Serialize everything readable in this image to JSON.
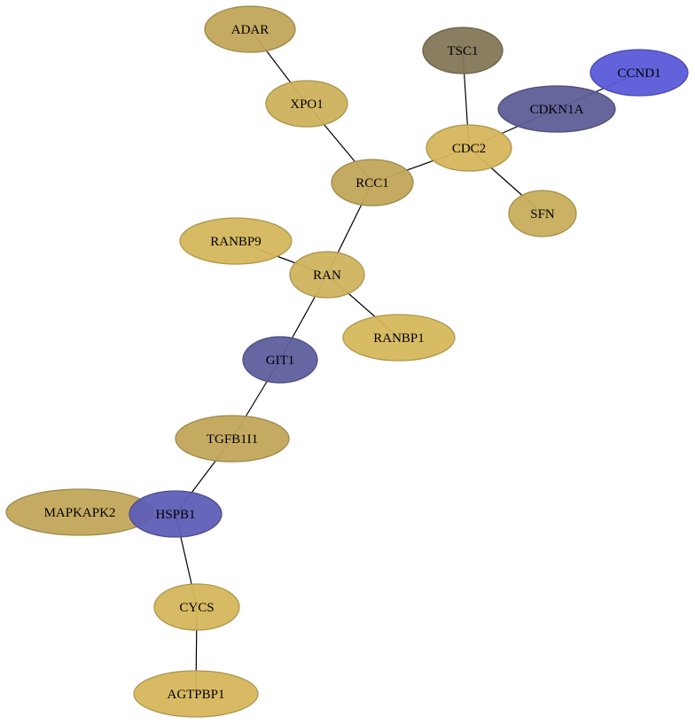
{
  "graph": {
    "nodes": [
      {
        "id": "ADAR",
        "label": "ADAR",
        "color": "#c2a75a"
      },
      {
        "id": "XPO1",
        "label": "XPO1",
        "color": "#ceb25c"
      },
      {
        "id": "TSC1",
        "label": "TSC1",
        "color": "#847757"
      },
      {
        "id": "CCND1",
        "label": "CCND1",
        "color": "#5a5ad8"
      },
      {
        "id": "CDKN1A",
        "label": "CDKN1A",
        "color": "#5e5e98"
      },
      {
        "id": "CDC2",
        "label": "CDC2",
        "color": "#d6b65c"
      },
      {
        "id": "RCC1",
        "label": "RCC1",
        "color": "#c2a65a"
      },
      {
        "id": "SFN",
        "label": "SFN",
        "color": "#c8ad5c"
      },
      {
        "id": "RANBP9",
        "label": "RANBP9",
        "color": "#d4b65c"
      },
      {
        "id": "RAN",
        "label": "RAN",
        "color": "#cfb35e"
      },
      {
        "id": "RANBP1",
        "label": "RANBP1",
        "color": "#d6b85c"
      },
      {
        "id": "GIT1",
        "label": "GIT1",
        "color": "#5e5e9e"
      },
      {
        "id": "TGFB1I1",
        "label": "TGFB1I1",
        "color": "#c2a65a"
      },
      {
        "id": "MAPKAPK2",
        "label": "MAPKAPK2",
        "color": "#c2a65a"
      },
      {
        "id": "HSPB1",
        "label": "HSPB1",
        "color": "#5e5eb6"
      },
      {
        "id": "CYCS",
        "label": "CYCS",
        "color": "#d4b65c"
      },
      {
        "id": "AGTPBP1",
        "label": "AGTPBP1",
        "color": "#d6b65c"
      }
    ],
    "edges": [
      [
        "ADAR",
        "XPO1"
      ],
      [
        "XPO1",
        "RCC1"
      ],
      [
        "TSC1",
        "CDC2"
      ],
      [
        "CCND1",
        "CDKN1A"
      ],
      [
        "CDKN1A",
        "CDC2"
      ],
      [
        "CDC2",
        "RCC1"
      ],
      [
        "CDC2",
        "SFN"
      ],
      [
        "RCC1",
        "RAN"
      ],
      [
        "RANBP9",
        "RAN"
      ],
      [
        "RAN",
        "RANBP1"
      ],
      [
        "RAN",
        "GIT1"
      ],
      [
        "GIT1",
        "TGFB1I1"
      ],
      [
        "TGFB1I1",
        "HSPB1"
      ],
      [
        "HSPB1",
        "CYCS"
      ],
      [
        "CYCS",
        "AGTPBP1"
      ]
    ]
  }
}
